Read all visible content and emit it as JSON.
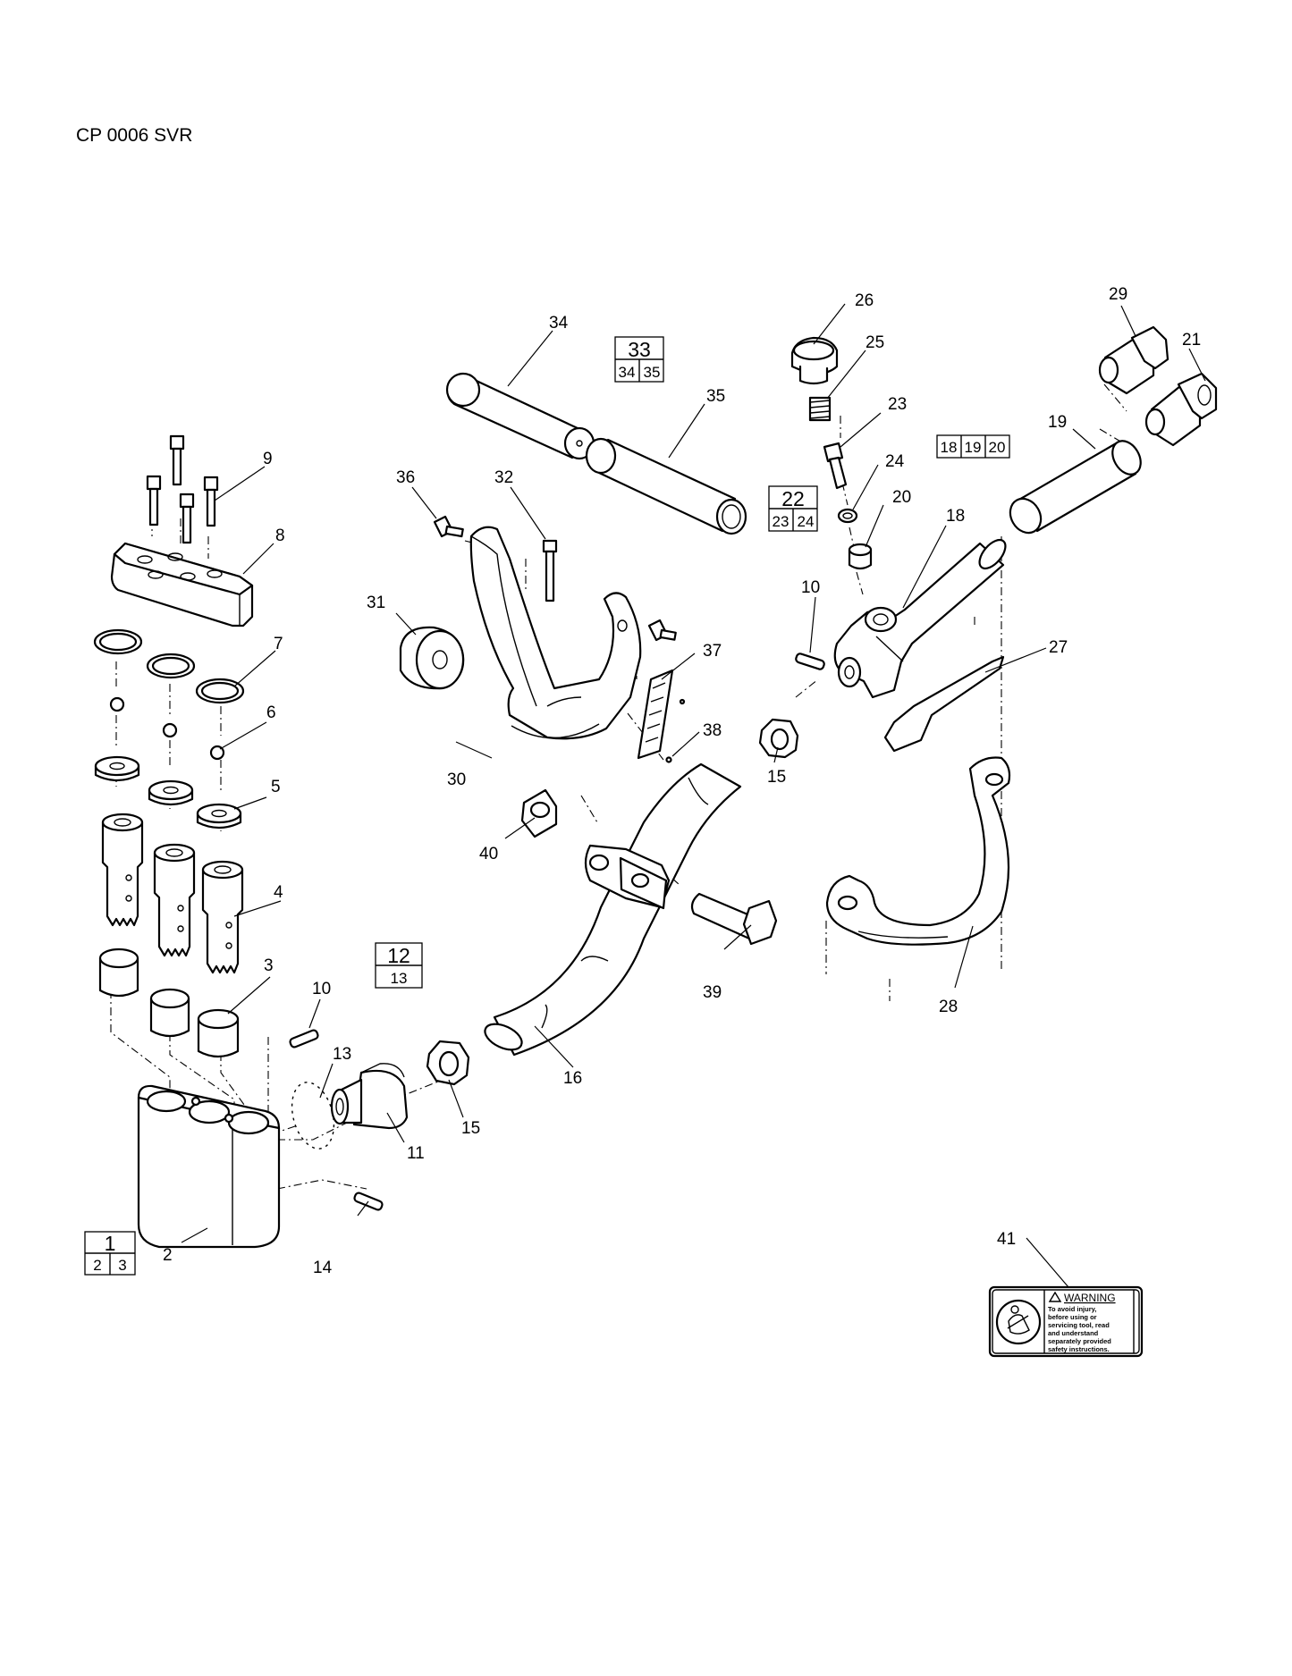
{
  "document": {
    "title": "CP 0006 SVR"
  },
  "callouts": {
    "c1": "1",
    "c2": "2",
    "c3": "3",
    "c4": "4",
    "c5": "5",
    "c6": "6",
    "c7": "7",
    "c8": "8",
    "c9": "9",
    "c10a": "10",
    "c10b": "10",
    "c11": "11",
    "c13": "13",
    "c14": "14",
    "c15a": "15",
    "c15b": "15",
    "c16": "16",
    "c18": "18",
    "c19": "19",
    "c20": "20",
    "c21": "21",
    "c23": "23",
    "c24": "24",
    "c25": "25",
    "c26": "26",
    "c27": "27",
    "c28": "28",
    "c29": "29",
    "c30": "30",
    "c31": "31",
    "c32": "32",
    "c34": "34",
    "c35": "35",
    "c36": "36",
    "c37": "37",
    "c38": "38",
    "c39": "39",
    "c40": "40",
    "c41": "41"
  },
  "kits": {
    "k1": {
      "main": "1",
      "sub": [
        "2",
        "3"
      ]
    },
    "k12": {
      "main": "12",
      "sub": [
        "13"
      ]
    },
    "k18": {
      "items": [
        "18",
        "19",
        "20"
      ]
    },
    "k22": {
      "main": "22",
      "sub": [
        "23",
        "24"
      ]
    },
    "k33": {
      "main": "33",
      "sub": [
        "34",
        "35"
      ]
    }
  },
  "warning_label": {
    "heading": "WARNING",
    "lines": [
      "To avoid injury,",
      "before using or",
      "servicing tool, read",
      "and understand",
      "separately provided",
      "safety instructions."
    ]
  }
}
